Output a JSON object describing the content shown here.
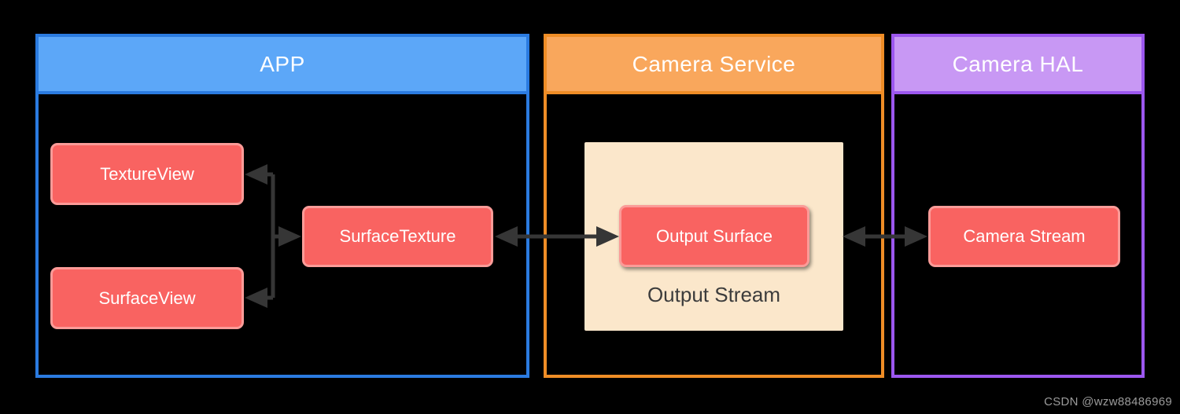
{
  "background": "#000000",
  "sections": [
    {
      "title": "APP",
      "border_color": "#2B7BE0",
      "header_fill": "#5CA7F8",
      "title_color": "#FFFFFF"
    },
    {
      "title": "Camera Service",
      "border_color": "#EF8D26",
      "header_fill": "#F9A75C",
      "title_color": "#FFFFFF"
    },
    {
      "title": "Camera HAL",
      "border_color": "#9C57EF",
      "header_fill": "#C898F4",
      "title_color": "#FFFFFF"
    }
  ],
  "nodes": [
    {
      "label": "TextureView"
    },
    {
      "label": "SurfaceView"
    },
    {
      "label": "SurfaceTexture"
    },
    {
      "label": "Output Surface"
    },
    {
      "label": "Camera Stream"
    }
  ],
  "node_style": {
    "fill": "#F96361",
    "border_color": "#FB9B98",
    "text_color": "#FFFFFF"
  },
  "output_stream_group": {
    "label": "Output Stream",
    "fill": "#FBE7CB",
    "text_color": "#3C3C3C"
  },
  "arrows": {
    "color": "#363636",
    "connections": [
      "SurfaceTexture <-> TextureView",
      "SurfaceTexture <-> SurfaceView",
      "SurfaceTexture <-> Output Surface",
      "Output Stream <-> Camera Stream"
    ]
  },
  "watermark": {
    "text": "CSDN @wzw88486969",
    "color": "#9B9B9B"
  }
}
